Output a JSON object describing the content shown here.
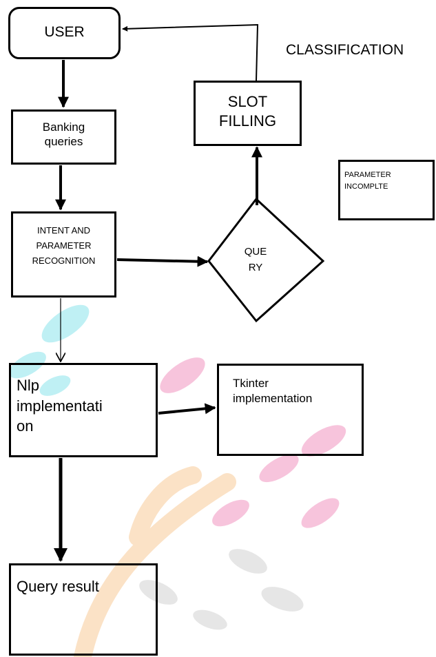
{
  "diagram": {
    "user": "USER",
    "banking_queries": "Banking\nqueries",
    "intent_recognition": "INTENT AND\nPARAMETER\nRECOGNITION",
    "query_decision": "QUE\nRY",
    "slot_filling": "SLOT\nFILLING",
    "classification": "CLASSIFICATION",
    "parameter_incomplete": "PARAMETER\nINCOMPLTE",
    "nlp_implementation": "Nlp\nimplementati\non",
    "tkinter_implementation": "Tkinter\nimplementation",
    "query_result": "Query result"
  },
  "colors": {
    "stroke": "#000000",
    "watermark_cyan": "#bff0f4",
    "watermark_pink": "#f7c4dc",
    "watermark_orange": "#fbe2c6",
    "watermark_gray": "#e6e6e6"
  }
}
